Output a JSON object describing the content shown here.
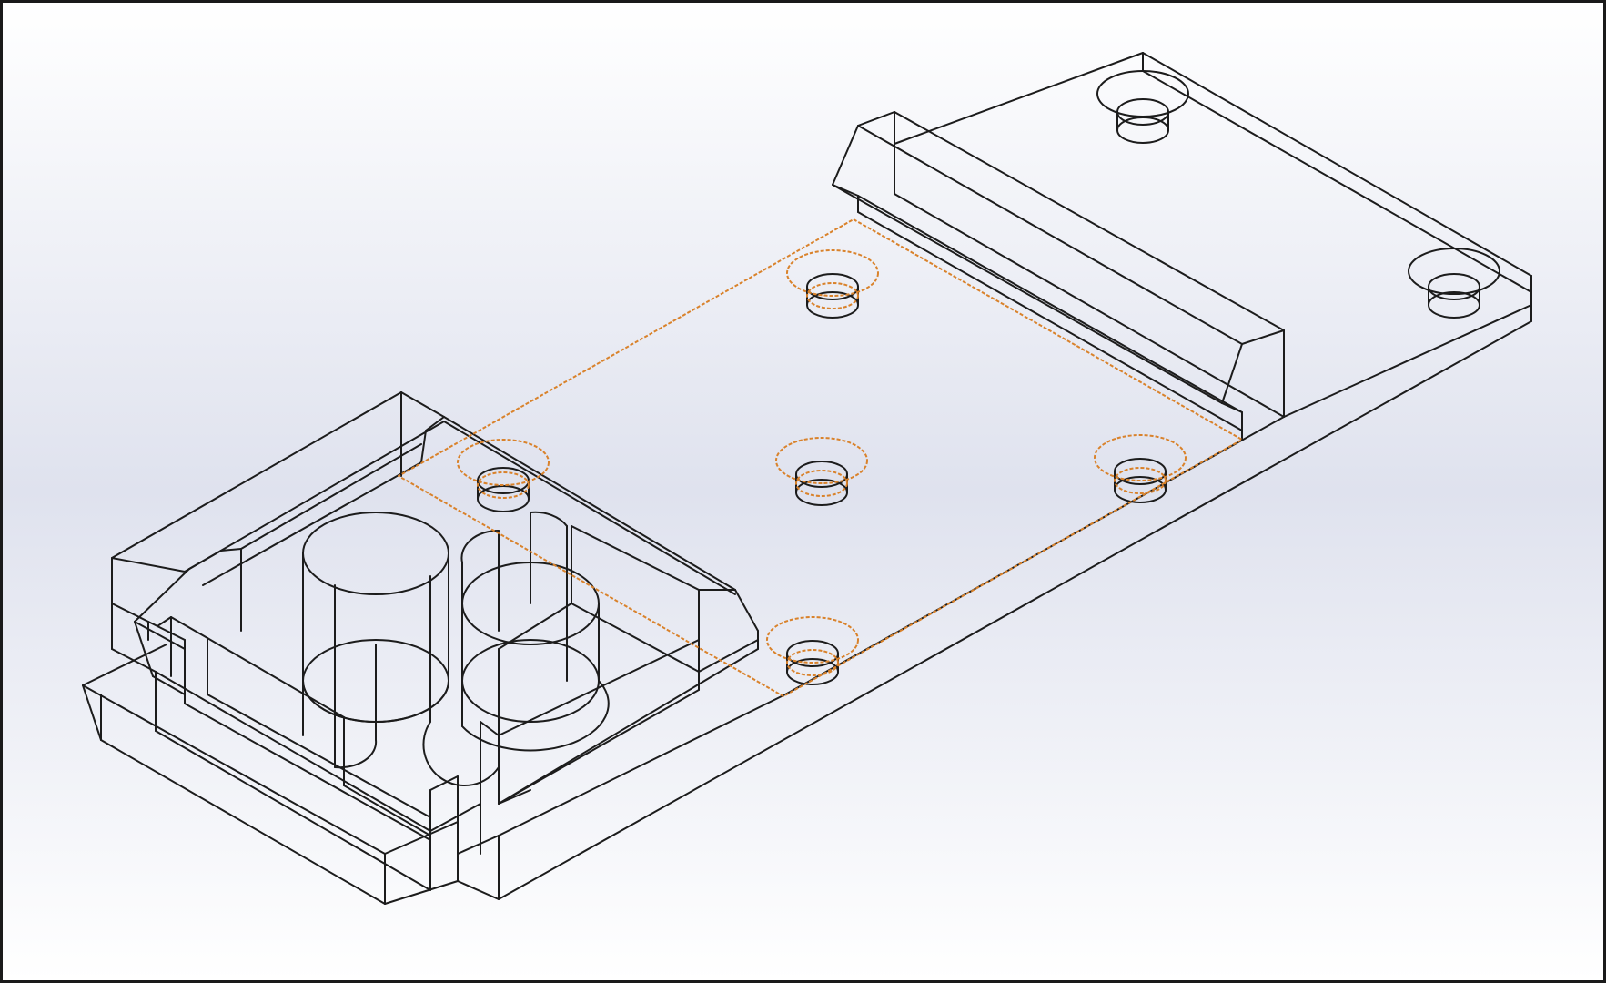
{
  "viewport": {
    "background_top": "#ffffff",
    "background_mid": "#dfe2ee",
    "background_bottom": "#ffffff",
    "frame_color": "#1a1a1a"
  },
  "model": {
    "display_mode": "wireframe",
    "edge_color": "#1c1c1c",
    "highlight_color": "#d9822b",
    "selected_face": "top-plate-face",
    "visible_holes": 9
  }
}
